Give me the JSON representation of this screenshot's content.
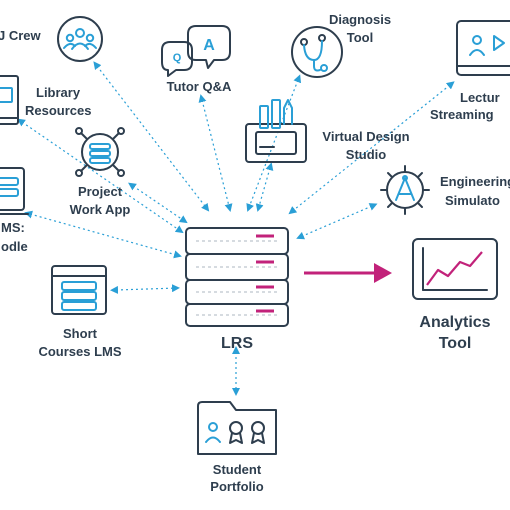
{
  "nodes": {
    "crew": "J Crew",
    "library_1": "Library",
    "library_2": "Resources",
    "tutor": "Tutor Q&A",
    "diagnosis_1": "Diagnosis",
    "diagnosis_2": "Tool",
    "lecture_1": "Lectur",
    "lecture_2": "Streaming",
    "project_1": "Project",
    "project_2": "Work App",
    "design_1": "Virtual Design",
    "design_2": "Studio",
    "engineering_1": "Engineering",
    "engineering_2": "Simulato",
    "lms_1": "MS:",
    "lms_2": "odle",
    "short_1": "Short",
    "short_2": "Courses LMS",
    "lrs": "LRS",
    "analytics_1": "Analytics",
    "analytics_2": "Tool",
    "portfolio_1": "Student",
    "portfolio_2": "Portfolio"
  },
  "icons": {
    "tutor_bubble_a": "A",
    "tutor_bubble_q": "Q"
  },
  "colors": {
    "ink": "#2e3e4e",
    "connector": "#2a9fd6",
    "accent": "#c2227a"
  }
}
